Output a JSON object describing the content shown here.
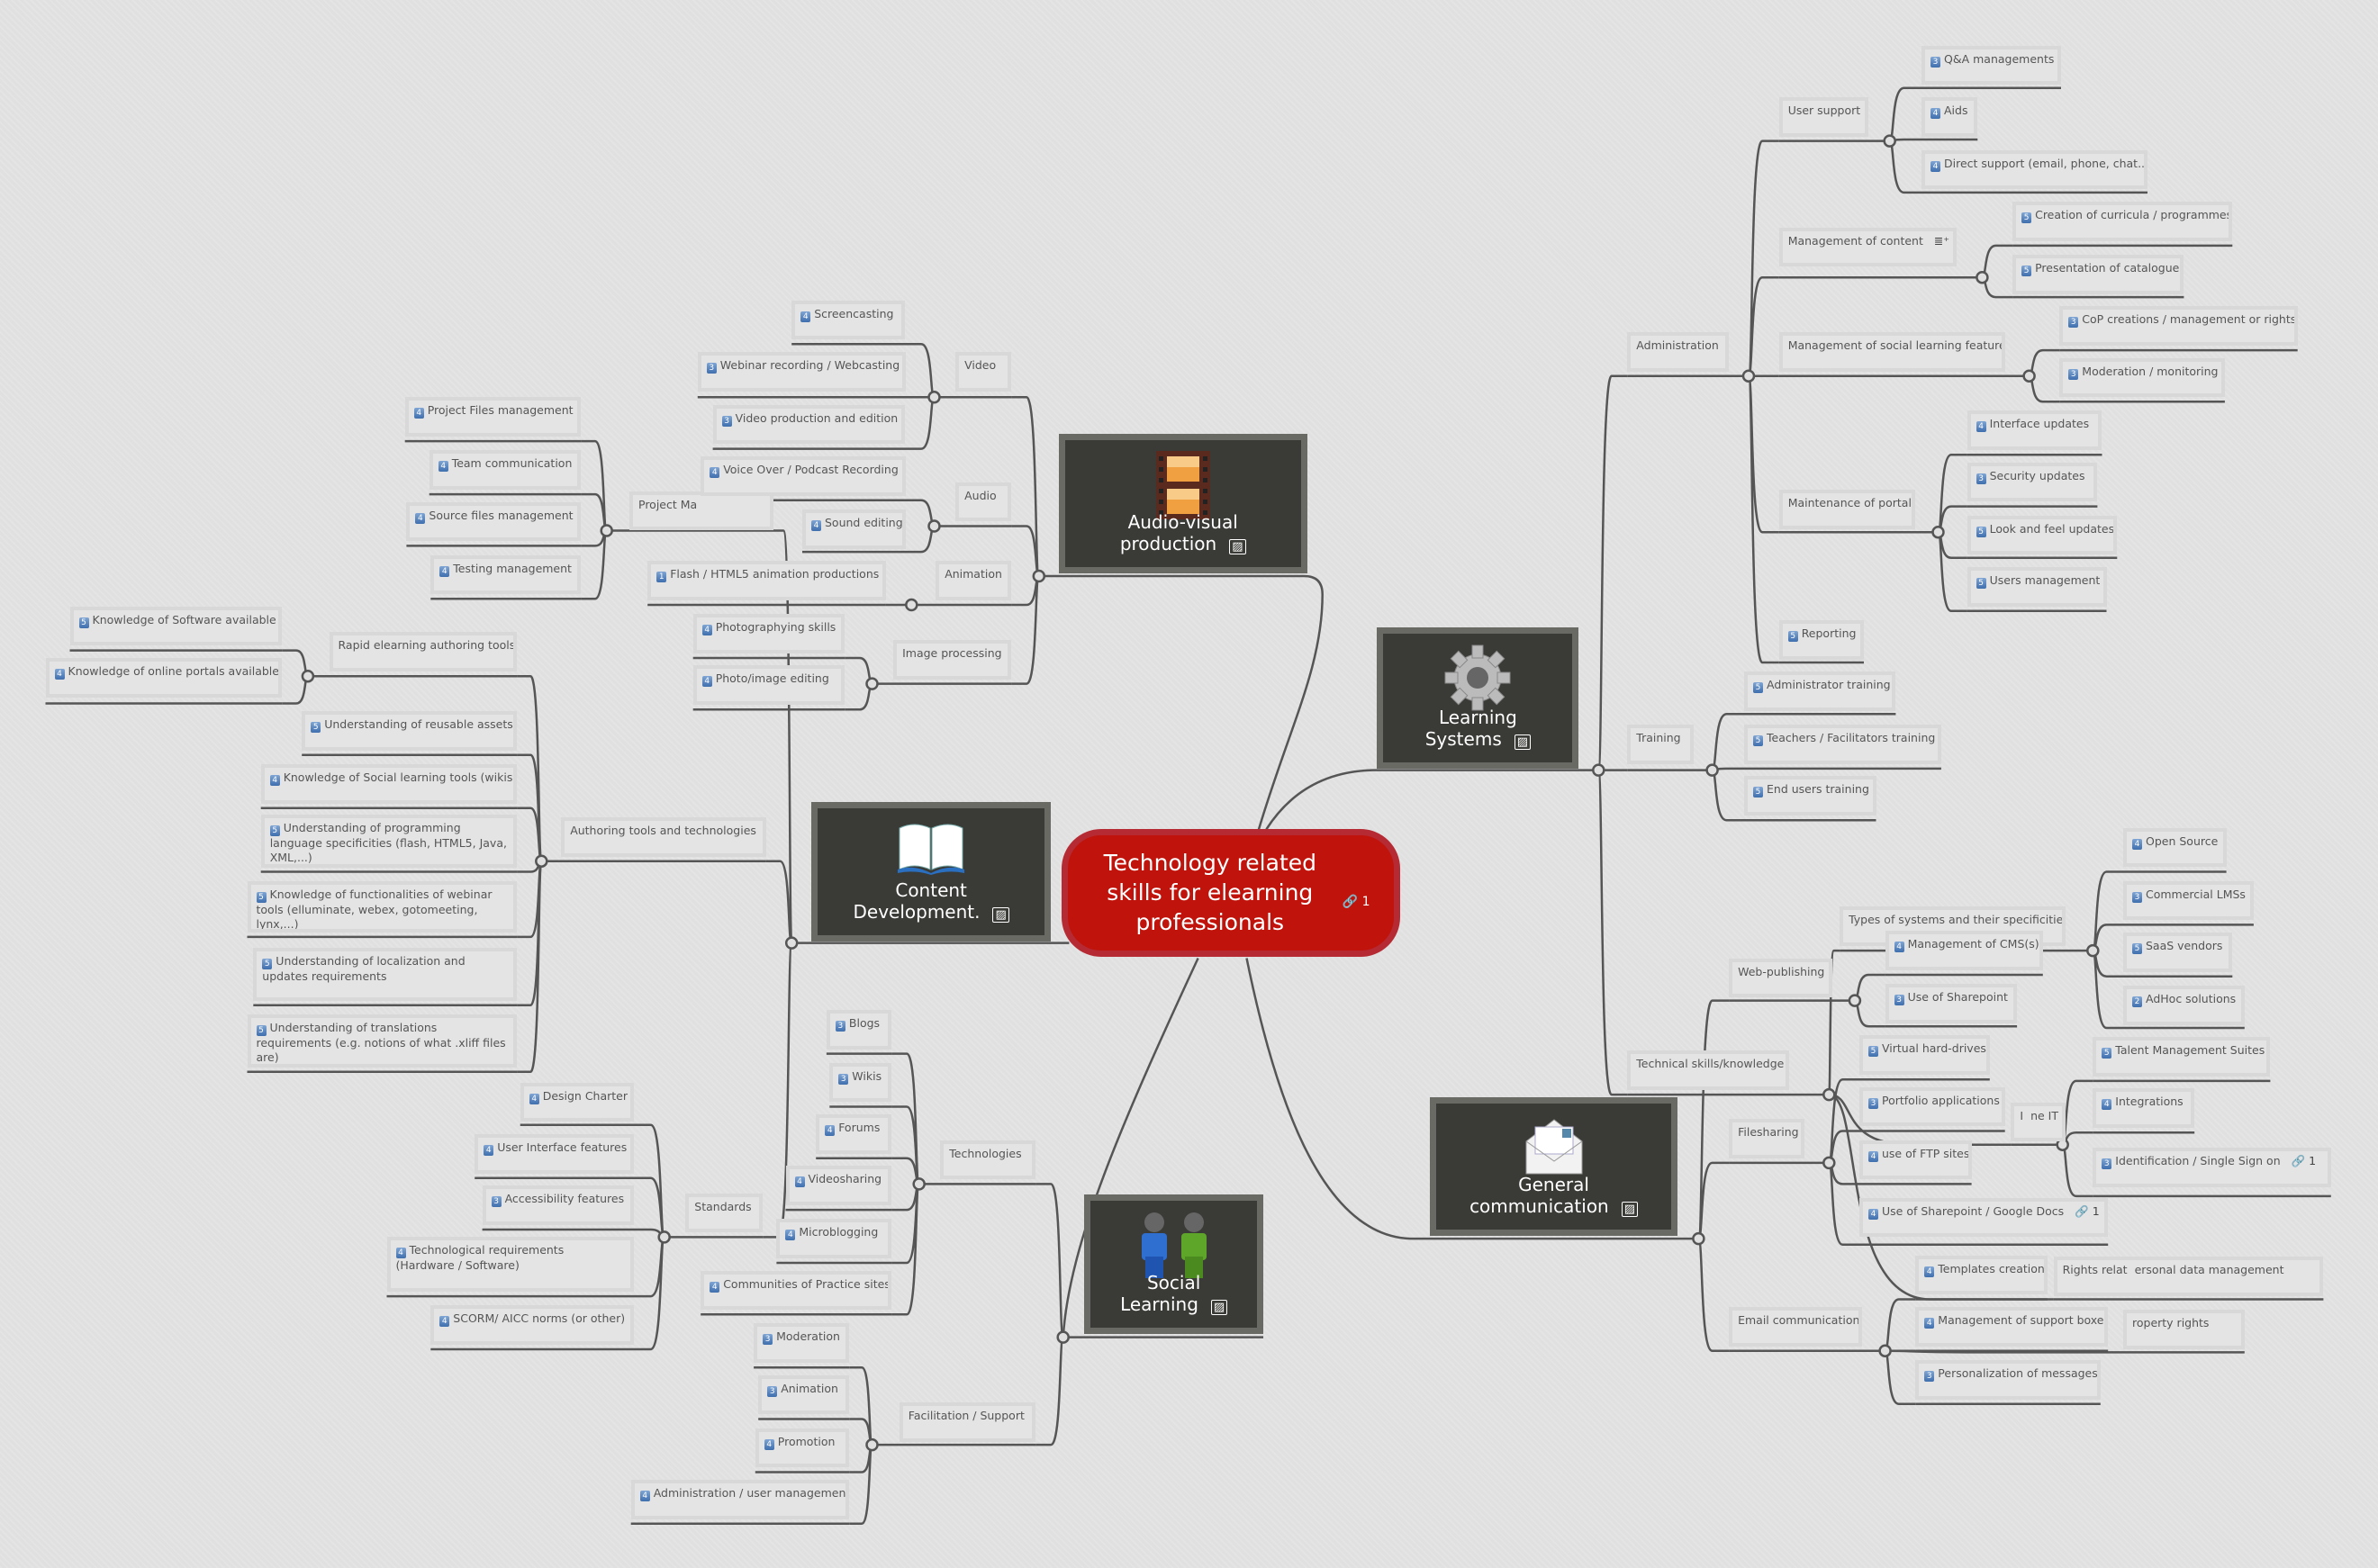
{
  "central": {
    "title": "Technology related skills for elearning professionals",
    "link_count": "1"
  },
  "branches": {
    "av": {
      "label": "Audio-visual production",
      "icon": "film-icon"
    },
    "ls": {
      "label": "Learning Systems",
      "icon": "gear-icon"
    },
    "cd": {
      "label": "Content Development.",
      "icon": "book-icon"
    },
    "sl": {
      "label": "Social Learning",
      "icon": "people-icon"
    },
    "gc": {
      "label": "General communication",
      "icon": "envelope-icon"
    }
  },
  "nodes": {
    "video": {
      "label": "Video"
    },
    "audio": {
      "label": "Audio"
    },
    "animation": {
      "label": "Animation"
    },
    "image_processing": {
      "label": "Image processing"
    },
    "screencasting": {
      "label": "Screencasting",
      "priority": 4
    },
    "webinar_recording": {
      "label": "Webinar recording / Webcasting",
      "priority": 3
    },
    "video_production": {
      "label": "Video production and edition",
      "priority": 3
    },
    "voice_over": {
      "label": "Voice Over / Podcast Recording",
      "priority": 4
    },
    "sound_editing": {
      "label": "Sound editing",
      "priority": 4
    },
    "flash": {
      "label": "Flash / HTML5 animation productions",
      "priority": 1
    },
    "photographying": {
      "label": "Photographying skills",
      "priority": 4
    },
    "photo_editing": {
      "label": "Photo/image editing",
      "priority": 4
    },
    "project_management": {
      "label": "Project Ma"
    },
    "authoring": {
      "label": "Authoring tools and technologies"
    },
    "standards": {
      "label": "Standards"
    },
    "project_files": {
      "label": "Project Files management",
      "priority": 4
    },
    "team_communication": {
      "label": "Team communication",
      "priority": 4
    },
    "source_files": {
      "label": "Source files management",
      "priority": 4
    },
    "testing": {
      "label": "Testing management",
      "priority": 4
    },
    "rapid": {
      "label": "Rapid elearning authoring tools"
    },
    "reusable": {
      "label": "Understanding of reusable assets",
      "priority": 5
    },
    "social_tools": {
      "label": "Knowledge of Social learning tools (wikis,",
      "priority": 4
    },
    "programming": {
      "label": "Understanding of programming language specificities (flash, HTML5, Java, XML,...)",
      "priority": 5
    },
    "webinar_tools": {
      "label": "Knowledge of functionalities of webinar tools (elluminate, webex, gotomeeting, lynx,...)",
      "priority": 5
    },
    "localization": {
      "label": "Understanding of localization and updates requirements",
      "priority": 5
    },
    "translations": {
      "label": "Understanding of translations requirements (e.g. notions of what .xliff files are)",
      "priority": 5
    },
    "software_available": {
      "label": "Knowledge of Software available",
      "priority": 5
    },
    "online_portals": {
      "label": "Knowledge of online portals available",
      "priority": 4
    },
    "design_charter": {
      "label": "Design Charter",
      "priority": 4
    },
    "ui_features": {
      "label": "User Interface features",
      "priority": 4
    },
    "accessibility": {
      "label": "Accessibility features",
      "priority": 3
    },
    "tech_requirements": {
      "label": "Technological requirements (Hardware / Software)",
      "priority": 4
    },
    "scorm": {
      "label": "SCORM/ AICC norms (or other)",
      "priority": 4
    },
    "technologies": {
      "label": "Technologies"
    },
    "facilitation": {
      "label": "Facilitation / Support"
    },
    "blogs": {
      "label": "Blogs",
      "priority": 3
    },
    "wikis": {
      "label": "Wikis",
      "priority": 3
    },
    "forums": {
      "label": "Forums",
      "priority": 4
    },
    "videosharing": {
      "label": "Videosharing",
      "priority": 4
    },
    "microblogging": {
      "label": "Microblogging",
      "priority": 4
    },
    "cop_sites": {
      "label": "Communities of Practice sites",
      "priority": 4
    },
    "moderation": {
      "label": "Moderation",
      "priority": 3
    },
    "animation_fac": {
      "label": "Animation",
      "priority": 3
    },
    "promotion": {
      "label": "Promotion",
      "priority": 4
    },
    "admin_user": {
      "label": "Administration / user management",
      "priority": 4
    },
    "administration": {
      "label": "Administration"
    },
    "training": {
      "label": "Training"
    },
    "technical_skills": {
      "label": "Technical skills/knowledge"
    },
    "user_support": {
      "label": "User support"
    },
    "management_content": {
      "label": "Management of content",
      "extra": "≣⁺"
    },
    "management_social": {
      "label": "Management of social learning features"
    },
    "maintenance": {
      "label": "Maintenance of portal"
    },
    "reporting": {
      "label": "Reporting",
      "priority": 5
    },
    "qa": {
      "label": "Q&A managements",
      "priority": 3
    },
    "aids": {
      "label": "Aids",
      "priority": 4
    },
    "direct_support": {
      "label": "Direct support (email, phone, chat...)",
      "priority": 4
    },
    "creation_curricula": {
      "label": "Creation of curricula / programmes",
      "priority": 5
    },
    "presentation_catalogue": {
      "label": "Presentation of catalogue",
      "priority": 5
    },
    "cop_creation": {
      "label": "CoP creations / management or rights",
      "priority": 3
    },
    "moderation_monitoring": {
      "label": "Moderation / monitoring",
      "priority": 3
    },
    "interface_updates": {
      "label": "Interface updates",
      "priority": 4
    },
    "security_updates": {
      "label": "Security updates",
      "priority": 3
    },
    "look_feel": {
      "label": "Look and feel updates",
      "priority": 5
    },
    "users_management": {
      "label": "Users management",
      "priority": 5
    },
    "admin_training": {
      "label": "Administrator training",
      "priority": 5
    },
    "teachers_training": {
      "label": "Teachers / Facilitators training",
      "priority": 5
    },
    "end_users_training": {
      "label": "End users training",
      "priority": 5
    },
    "types_systems": {
      "label": "Types of  systems and their specificities"
    },
    "it_integration": {
      "label": "I",
      "tail": "ne IT"
    },
    "rights": {
      "label": "Rights relat",
      "tail": "ersonal data management"
    },
    "property": {
      "label": "roperty rights"
    },
    "open_source": {
      "label": "Open Source",
      "priority": 4
    },
    "commercial": {
      "label": "Commercial LMSs",
      "priority": 3
    },
    "saas": {
      "label": "SaaS vendors",
      "priority": 5
    },
    "adhoc": {
      "label": "AdHoc solutions",
      "priority": 2
    },
    "talent": {
      "label": "Talent Management Suites",
      "priority": 5
    },
    "integrations": {
      "label": "Integrations",
      "priority": 4
    },
    "identification": {
      "label": "Identification / Single Sign on",
      "priority": 3,
      "extra": "🔗 1"
    },
    "web_publishing": {
      "label": "Web-publishing"
    },
    "filesharing": {
      "label": "Filesharing"
    },
    "email": {
      "label": "Email communication"
    },
    "cms": {
      "label": "Management of CMS(s)",
      "priority": 4
    },
    "sharepoint": {
      "label": "Use of Sharepoint",
      "priority": 3
    },
    "virtual_drives": {
      "label": "Virtual hard-drives",
      "priority": 5
    },
    "portfolio": {
      "label": "Portfolio applications",
      "priority": 3
    },
    "ftp": {
      "label": "use of FTP sites",
      "priority": 4
    },
    "sp_google": {
      "label": "Use of Sharepoint / Google Docs",
      "priority": 4,
      "extra": "🔗 1"
    },
    "templates": {
      "label": "Templates creation",
      "priority": 4
    },
    "support_boxes": {
      "label": "Management of support boxes",
      "priority": 4
    },
    "personalization": {
      "label": "Personalization of messages",
      "priority": 3
    }
  },
  "colors": {
    "central": "#c0130b",
    "branch_box": "#3a3a36",
    "line": "#555555",
    "priority_badge": "#4a78b5"
  }
}
